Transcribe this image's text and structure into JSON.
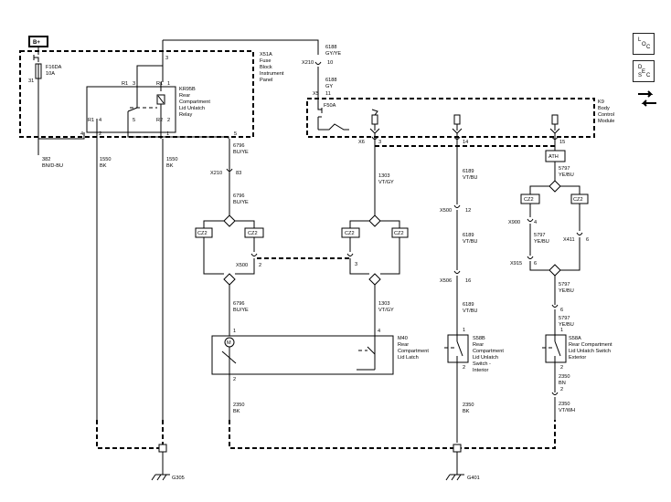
{
  "power": {
    "battery_label": "B+"
  },
  "fuse_f16da": {
    "name": "F16DA",
    "rating": "10A",
    "pin": "31"
  },
  "fuse_block": {
    "id": "X51A",
    "line1": "Fuse",
    "line2": "Block",
    "line3": "Instrument",
    "line4": "Panel"
  },
  "relay": {
    "id": "KR95B",
    "line1": "Rear",
    "line2": "Compartment",
    "line3": "Lid Unlatch",
    "line4": "Relay",
    "r1_a": "R1",
    "r1_b": "R1",
    "r1_c": "R1",
    "r2": "R2",
    "pin_3": "3",
    "pin_1": "1",
    "pin_4": "4",
    "pin_5": "5",
    "pin_2": "2"
  },
  "block_pins": {
    "p3": "3",
    "p5": "5",
    "p1": "1",
    "p2": "2",
    "p4": "4"
  },
  "wires": {
    "w382": "382",
    "w382_color": "BN/D-BU",
    "w1550a": "1550",
    "w1550a_color": "BK",
    "w1550b": "1550",
    "w1550b_color": "BK",
    "w6796a": "6796",
    "w6796a_color": "BU/YE",
    "w6796b": "6796",
    "w6796b_color": "BU/YE",
    "w6796c": "6796",
    "w6796c_color": "BU/YE",
    "w6188a": "6188",
    "w6188a_color": "GY/YE",
    "w6188b": "6188",
    "w6188b_color": "GY",
    "w1303a": "1303",
    "w1303a_color": "VT/GY",
    "w1303b": "1303",
    "w1303b_color": "VT/GY",
    "w6189a": "6189",
    "w6189a_color": "VT/BU",
    "w6189b": "6189",
    "w6189b_color": "VT/BU",
    "w6189c": "6189",
    "w6189c_color": "VT/BU",
    "w5797a": "5797",
    "w5797a_color": "YE/BU",
    "w5797b": "5797",
    "w5797b_color": "YE/BU",
    "w5797c": "5797",
    "w5797c_color": "YE/BU",
    "w5797d": "5797",
    "w5797d_color": "YE/BU",
    "w2350a": "2350",
    "w2350a_color": "BK",
    "w2350b": "2350",
    "w2350b_color": "BK",
    "w2350c": "2350",
    "w2350c_color": "BN",
    "w2350d": "2350",
    "w2350d_color": "VT/WH"
  },
  "connectors": {
    "x210": "X210",
    "x210_pin_83": "83",
    "x210_pin_10": "10",
    "x5": "X5",
    "x5_pin": "11",
    "x6": "X6",
    "x6_pin_3": "3",
    "x6_pin_14": "14",
    "x6_pin_15": "15",
    "x500a": "X500",
    "x500a_pin": "2",
    "x500b": "X500",
    "x500b_pin": "12",
    "x506": "X506",
    "x506_pin": "16",
    "x900": "X900",
    "x900_pin": "4",
    "x411": "X411",
    "x411_pin": "6",
    "x915": "X915",
    "x915_pin": "6",
    "pin_3_splice": "3"
  },
  "bcm": {
    "id": "K9",
    "line1": "Body",
    "line2": "Control",
    "line3": "Module",
    "fuse": "F50A",
    "ath": "ATH"
  },
  "splices": {
    "cz_a": "CZ2",
    "cz_b": "CZ2",
    "cz_c": "CZ2",
    "cz_d": "CZ2",
    "cz_e": "CZ2",
    "cz_f": "CZ2"
  },
  "m40": {
    "id": "M40",
    "line1": "Rear",
    "line2": "Compartment",
    "line3": "Lid Latch",
    "pin1": "1",
    "pin2": "2",
    "pin4": "4",
    "motor": "M"
  },
  "s58b": {
    "id": "S58B",
    "line1": "Rear",
    "line2": "Compartment",
    "line3": "Lid Unlatch",
    "line4": "Switch -",
    "line5": "Interior",
    "pin1": "1",
    "pin2": "2"
  },
  "s58a": {
    "id": "S58A",
    "line1": "Rear Compartment",
    "line2": "Lid Unlatch Switch",
    "line3": "Exterior",
    "pin1": "1",
    "pin2": "2"
  },
  "grounds": {
    "g305": "G305",
    "g401": "G401"
  },
  "side_buttons": {
    "loc": [
      "L",
      "O",
      "C"
    ],
    "desc": [
      "D",
      "E",
      "S",
      "C"
    ]
  },
  "icons": [
    "loc-button-icon",
    "desc-button-icon",
    "navigate-arrows-icon"
  ]
}
